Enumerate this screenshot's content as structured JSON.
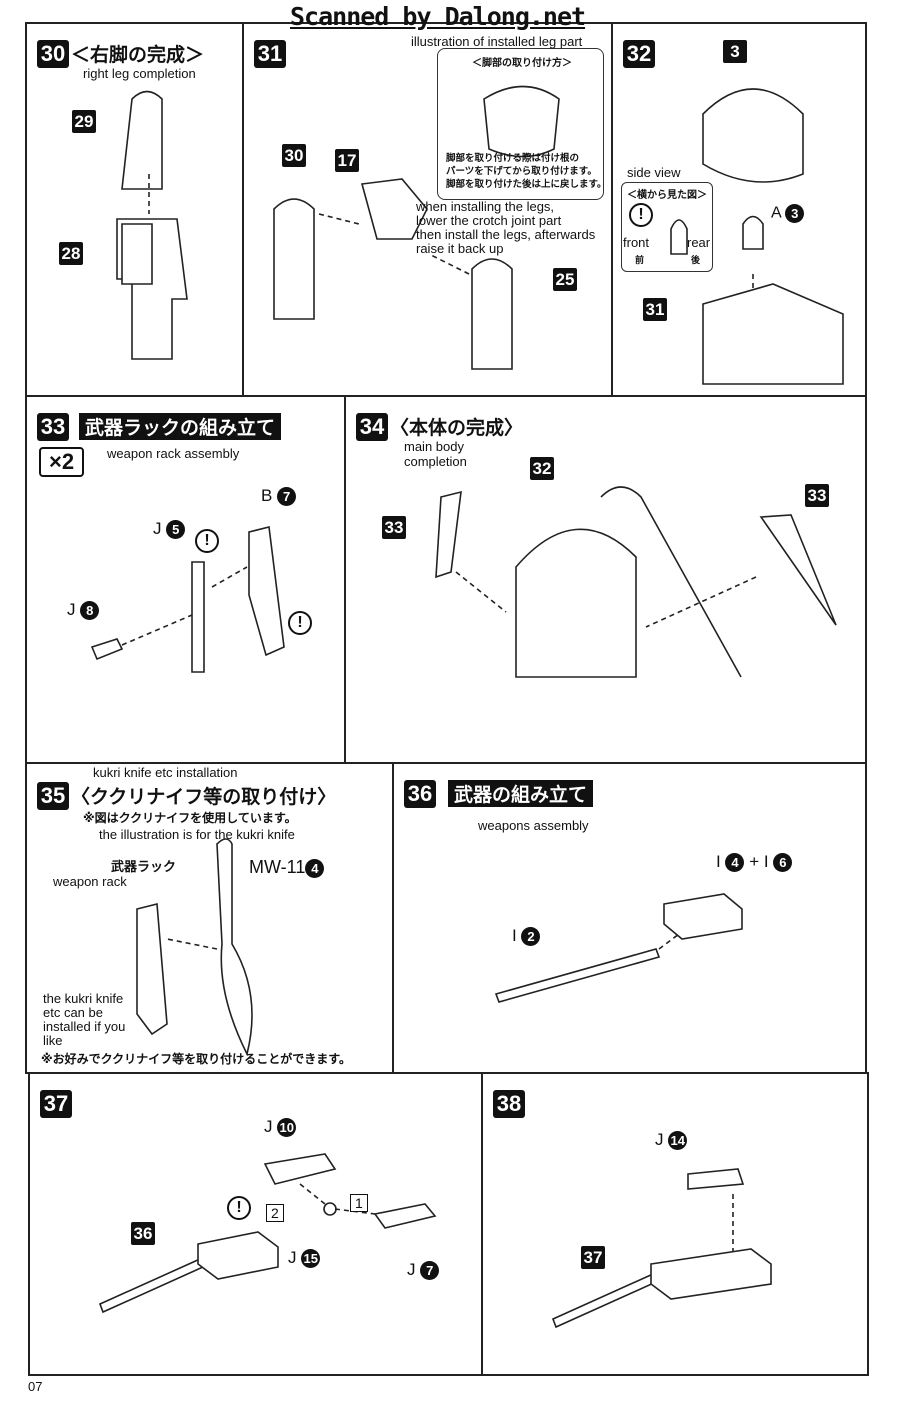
{
  "header": {
    "watermark": "Scanned by Dalong.net"
  },
  "footer": {
    "page_number": "07"
  },
  "steps": {
    "s30": {
      "num": "30",
      "title_jp": "＜右脚の完成＞",
      "title_en": "right leg completion",
      "parts": [
        "29",
        "28"
      ]
    },
    "s31": {
      "num": "31",
      "callout_en": "illustration of installed leg part",
      "callout_jp": "＜脚部の取り付け方＞",
      "note_jp": [
        "脚部を取り付ける際は付け根の",
        "パーツを下げてから取り付けます。",
        "脚部を取り付けた後は上に戻します。"
      ],
      "note_en": [
        "when installing the legs,",
        "lower the crotch joint part",
        "then install the legs, afterwards",
        "raise it back up"
      ],
      "parts": [
        "30",
        "17",
        "25"
      ]
    },
    "s32": {
      "num": "32",
      "side_view_en": "side view",
      "side_view_jp": "＜横から見た図＞",
      "front_en": "front",
      "front_jp": "前",
      "rear_en": "rear",
      "rear_jp": "後",
      "part_a_letter": "A",
      "part_a_num": "3",
      "parts": [
        "3",
        "31"
      ]
    },
    "s33": {
      "num": "33",
      "title_jp": "武器ラックの組み立て",
      "title_en": "weapon rack assembly",
      "multiplier": "×2",
      "labels": [
        {
          "letter": "J",
          "num": "5"
        },
        {
          "letter": "J",
          "num": "8"
        },
        {
          "letter": "B",
          "num": "7"
        }
      ]
    },
    "s34": {
      "num": "34",
      "title_jp": "〈本体の完成〉",
      "title_en_1": "main body",
      "title_en_2": "completion",
      "parts": [
        "33",
        "32",
        "33"
      ]
    },
    "s35": {
      "num": "35",
      "title_en_top": "kukri knife etc installation",
      "title_jp": "〈ククリナイフ等の取り付け〉",
      "note_jp": "※図はククリナイフを使用しています。",
      "note_en": "the illustration is for the kukri knife",
      "rack_jp": "武器ラック",
      "rack_en": "weapon rack",
      "mw_label": "MW-11",
      "mw_num": "4",
      "optional_en": [
        "the kukri knife",
        "etc can be",
        "installed if you",
        "like"
      ],
      "optional_jp": "※お好みでククリナイフ等を取り付けることができます。"
    },
    "s36": {
      "num": "36",
      "title_jp": "武器の組み立て",
      "title_en": "weapons assembly",
      "label_1": {
        "letter": "I",
        "num": "4",
        "plus": "+",
        "letter2": "I",
        "num2": "6"
      },
      "label_2": {
        "letter": "I",
        "num": "2"
      }
    },
    "s37": {
      "num": "37",
      "parts": [
        "36"
      ],
      "labels": [
        {
          "letter": "J",
          "num": "10"
        },
        {
          "letter": "J",
          "num": "15"
        },
        {
          "letter": "J",
          "num": "7"
        }
      ],
      "order": [
        "1",
        "2"
      ]
    },
    "s38": {
      "num": "38",
      "parts": [
        "37"
      ],
      "labels": [
        {
          "letter": "J",
          "num": "14"
        }
      ]
    }
  }
}
